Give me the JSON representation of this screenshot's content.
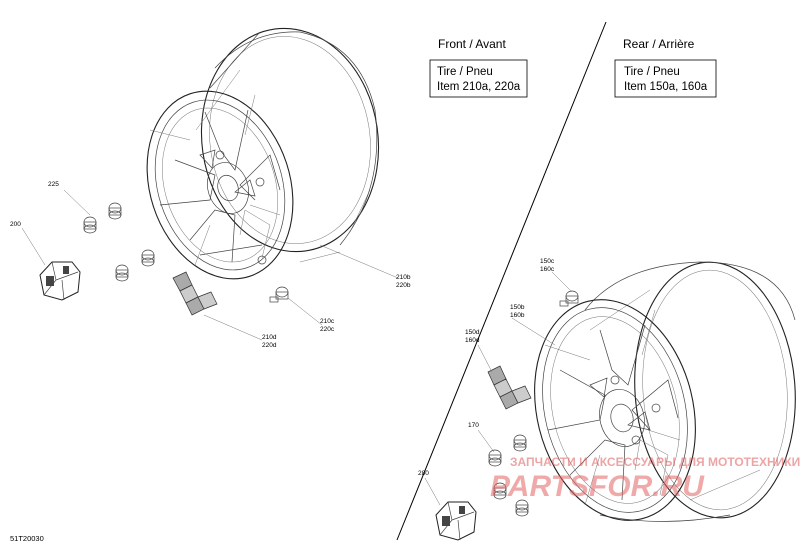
{
  "sections": {
    "front_title": "Front / Avant",
    "rear_title": "Rear / Arrière"
  },
  "front_box": {
    "line1": "Tire / Pneu",
    "line2": "Item 210a, 220a"
  },
  "rear_box": {
    "line1": "Tire / Pneu",
    "line2": "Item 150a, 160a"
  },
  "callouts": {
    "c225": "225",
    "c200": "200",
    "c210b": "210b",
    "c220b": "220b",
    "c210c": "210c",
    "c220c": "220c",
    "c210d": "210d",
    "c220d": "220d",
    "c150c": "150c",
    "c160c": "160c",
    "c150b": "150b",
    "c160b": "160b",
    "c150d": "150d",
    "c160d": "160d",
    "c170": "170",
    "c280": "280"
  },
  "drawing_id": "51T20030",
  "watermark": {
    "line1": "ЗАПЧАСТИ И АКСЕССУАРЫ ДЛЯ МОТОТЕХНИКИ",
    "line2": "PARTSFOR.RU"
  }
}
